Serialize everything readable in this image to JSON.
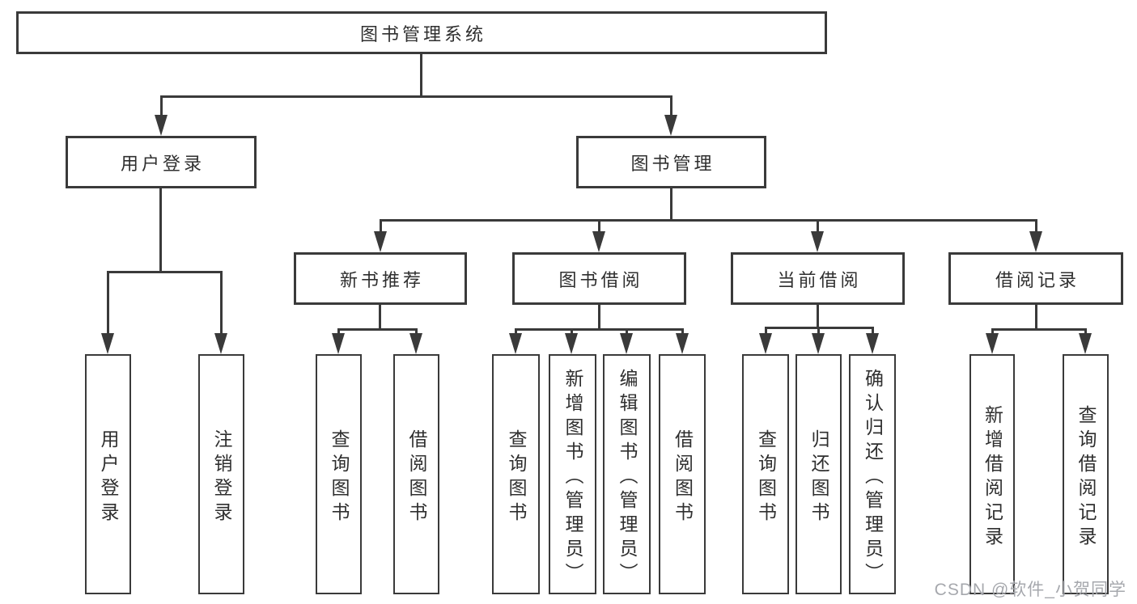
{
  "colors": {
    "line": "#3a3a3a",
    "border": "#3a3a3a",
    "text": "#2f2f2f",
    "watermark": "#a6a8ad",
    "background": "#ffffff"
  },
  "tree": {
    "label": "图书管理系统",
    "children": [
      {
        "label": "用户登录",
        "children": [
          {
            "label": "用户登录"
          },
          {
            "label": "注销登录"
          }
        ]
      },
      {
        "label": "图书管理",
        "children": [
          {
            "label": "新书推荐",
            "children": [
              {
                "label": "查询图书"
              },
              {
                "label": "借阅图书"
              }
            ]
          },
          {
            "label": "图书借阅",
            "children": [
              {
                "label": "查询图书"
              },
              {
                "label": "新增图书（管理员）"
              },
              {
                "label": "编辑图书（管理员）"
              },
              {
                "label": "借阅图书"
              }
            ]
          },
          {
            "label": "当前借阅",
            "children": [
              {
                "label": "查询图书"
              },
              {
                "label": "归还图书"
              },
              {
                "label": "确认归还（管理员）"
              }
            ]
          },
          {
            "label": "借阅记录",
            "children": [
              {
                "label": "新增借阅记录"
              },
              {
                "label": "查询借阅记录"
              }
            ]
          }
        ]
      }
    ]
  },
  "watermark": {
    "text": "CSDN @软件_小贺同学"
  }
}
